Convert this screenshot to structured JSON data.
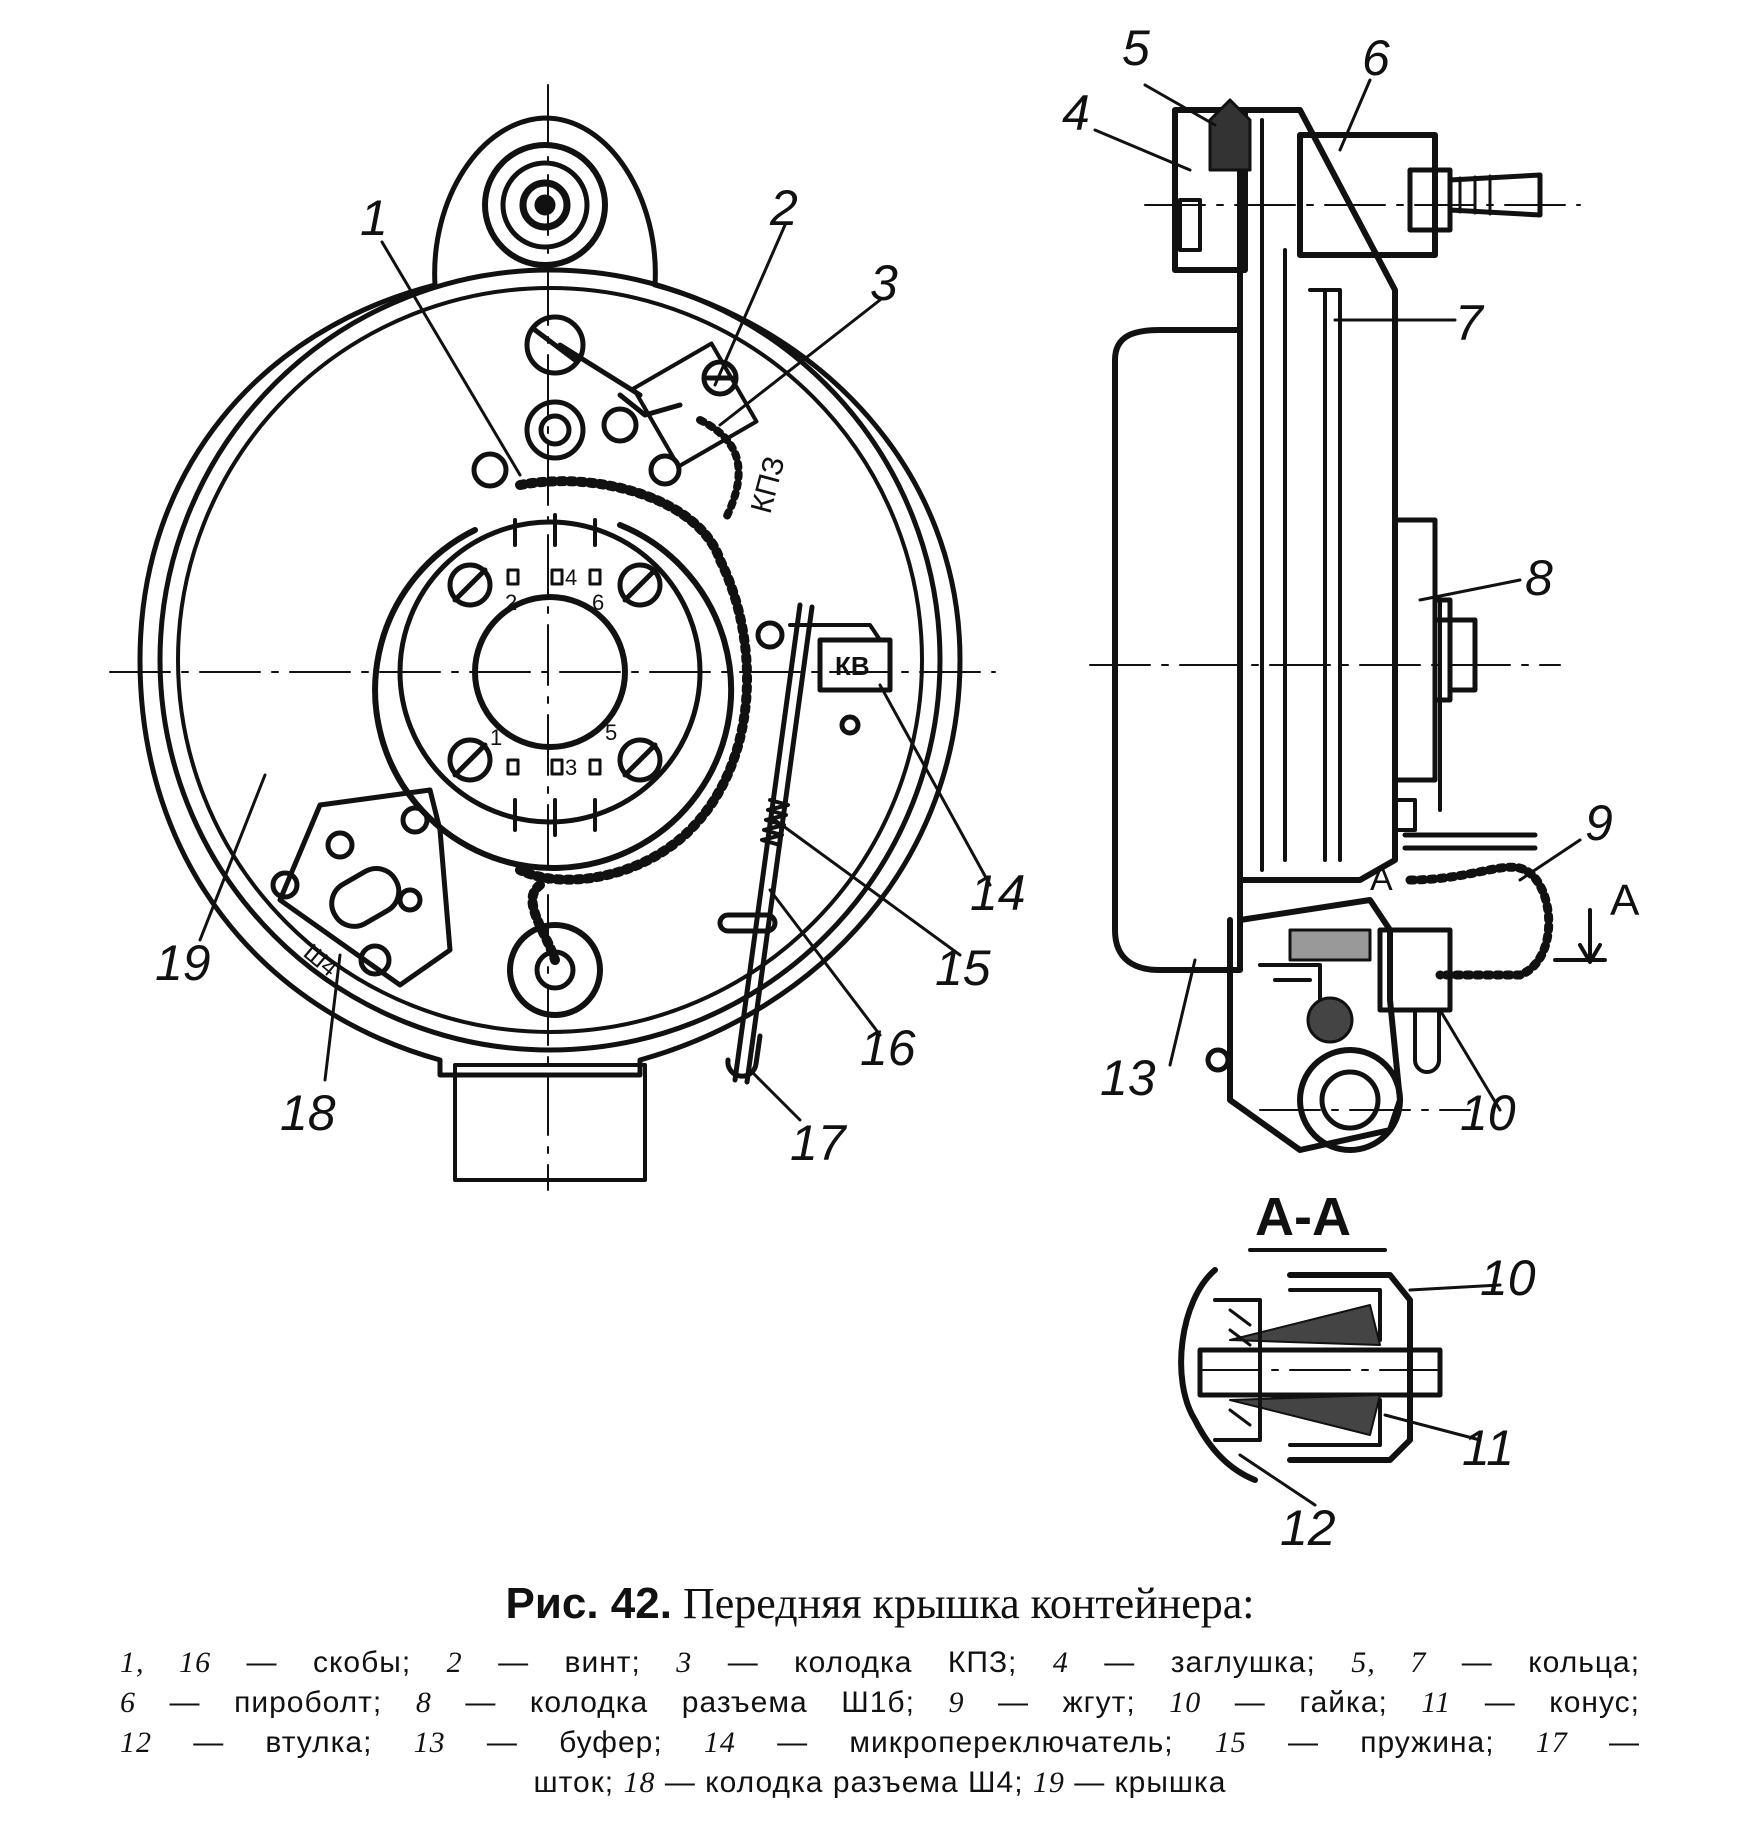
{
  "figure": {
    "number": "Рис. 42.",
    "title": "Передняя крышка контейнера:"
  },
  "legend_lines": [
    [
      {
        "num": "1,  16",
        "text": " — скобы;  "
      },
      {
        "num": "2",
        "text": " — винт;  "
      },
      {
        "num": "3",
        "text": " — колодка  КПЗ;  "
      },
      {
        "num": "4",
        "text": " — заглушка;  "
      },
      {
        "num": "5,  7",
        "text": " — кольца;"
      }
    ],
    [
      {
        "num": "6",
        "text": " — пиробол­т;  "
      },
      {
        "num": "8",
        "text": " — колодка  разъема  Ш1б;  "
      },
      {
        "num": "9",
        "text": " — жгут;  "
      },
      {
        "num": "10",
        "text": " — гайка;  "
      },
      {
        "num": "11",
        "text": " — конус;"
      }
    ],
    [
      {
        "num": "12",
        "text": " — втулка;   "
      },
      {
        "num": "13",
        "text": " — буфер;   "
      },
      {
        "num": "14",
        "text": " — микропереключатель;   "
      },
      {
        "num": "15",
        "text": " — пружина;   "
      },
      {
        "num": "17",
        "text": " —"
      }
    ],
    [
      {
        "num": "",
        "text": "шток;  "
      },
      {
        "num": "18",
        "text": " — колодка  разъема  Ш4;  "
      },
      {
        "num": "19",
        "text": " — крышка"
      }
    ]
  ],
  "callouts": {
    "c1": "1",
    "c2": "2",
    "c3": "3",
    "c4": "4",
    "c5": "5",
    "c6": "6",
    "c7": "7",
    "c8": "8",
    "c9": "9",
    "c10": "10",
    "c10b": "10",
    "c11": "11",
    "c12": "12",
    "c13": "13",
    "c14": "14",
    "c15": "15",
    "c16": "16",
    "c17": "17",
    "c18": "18",
    "c19": "19"
  },
  "markings": {
    "kpz": "КПЗ",
    "kv": "КВ",
    "sh4": "Ш4",
    "pins": [
      "2",
      "4",
      "6",
      "1",
      "3",
      "5"
    ],
    "section_label": "А-А",
    "section_arrow": "А",
    "section_mark": "А"
  }
}
